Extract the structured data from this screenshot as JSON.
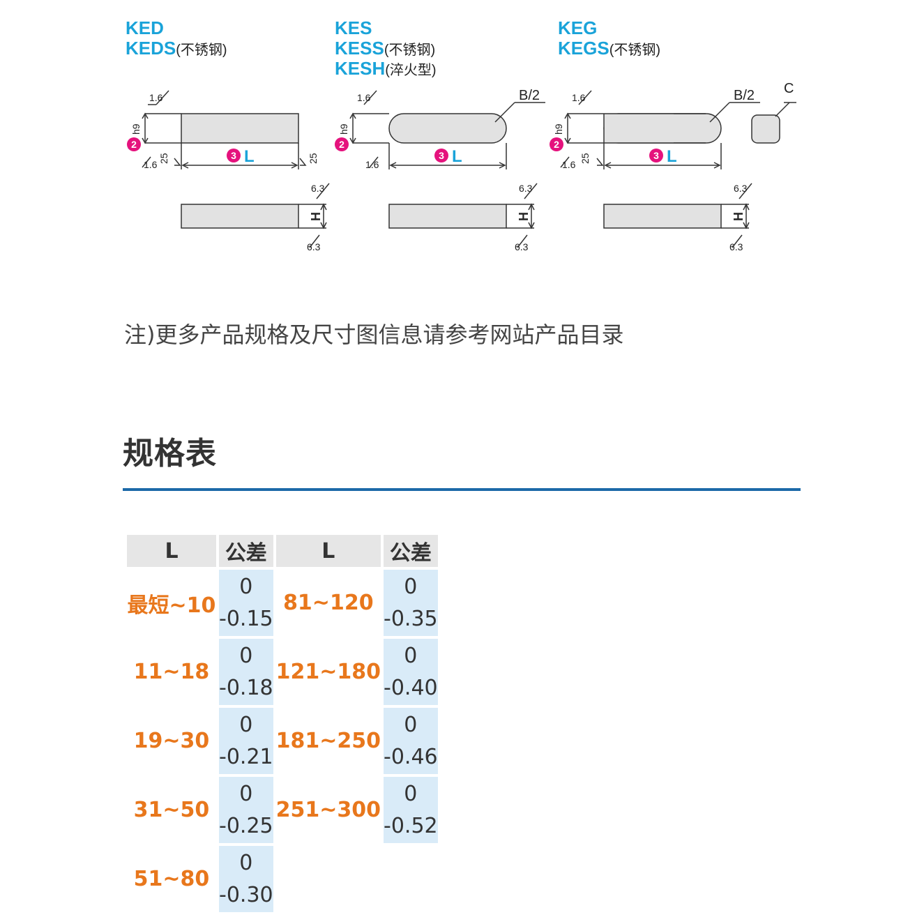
{
  "diagram": {
    "groups": [
      {
        "codes": [
          "KED",
          "KEDS"
        ],
        "notes": [
          "",
          "(不锈钢)"
        ]
      },
      {
        "codes": [
          "KES",
          "KESS",
          "KESH"
        ],
        "notes": [
          "",
          "(不锈钢)",
          "(淬火型)"
        ]
      },
      {
        "codes": [
          "KEG",
          "KEGS"
        ],
        "notes": [
          "",
          "(不锈钢)"
        ]
      }
    ],
    "labels": {
      "roughness_a": "1.6",
      "roughness_b": "6.3",
      "roughness_c": "25",
      "width": "B",
      "width_tol": "h9",
      "length": "L",
      "height": "H",
      "radius": "B/2",
      "chamfer": "C",
      "badge_b": "2",
      "badge_l": "3"
    },
    "colors": {
      "code": "#1aa3d9",
      "badge": "#e5127d",
      "part_fill": "#e2e2e2"
    }
  },
  "note": "注)更多产品规格及尺寸图信息请参考网站产品目录",
  "section": {
    "title": "规格表",
    "rule_color": "#1c69a8"
  },
  "table": {
    "headers": [
      "L",
      "公差",
      "L",
      "公差"
    ],
    "rows": [
      {
        "l1": "最短~10",
        "t1u": "0",
        "t1l": "-0.15",
        "l2": "81~120",
        "t2u": "0",
        "t2l": "-0.35"
      },
      {
        "l1": "11~18",
        "t1u": "0",
        "t1l": "-0.18",
        "l2": "121~180",
        "t2u": "0",
        "t2l": "-0.40"
      },
      {
        "l1": "19~30",
        "t1u": "0",
        "t1l": "-0.21",
        "l2": "181~250",
        "t2u": "0",
        "t2l": "-0.46"
      },
      {
        "l1": "31~50",
        "t1u": "0",
        "t1l": "-0.25",
        "l2": "251~300",
        "t2u": "0",
        "t2l": "-0.52"
      },
      {
        "l1": "51~80",
        "t1u": "0",
        "t1l": "-0.30"
      }
    ],
    "colors": {
      "range": "#e8771c",
      "tol_bg": "#d9ebf8",
      "header_bg": "#e6e6e6"
    }
  }
}
